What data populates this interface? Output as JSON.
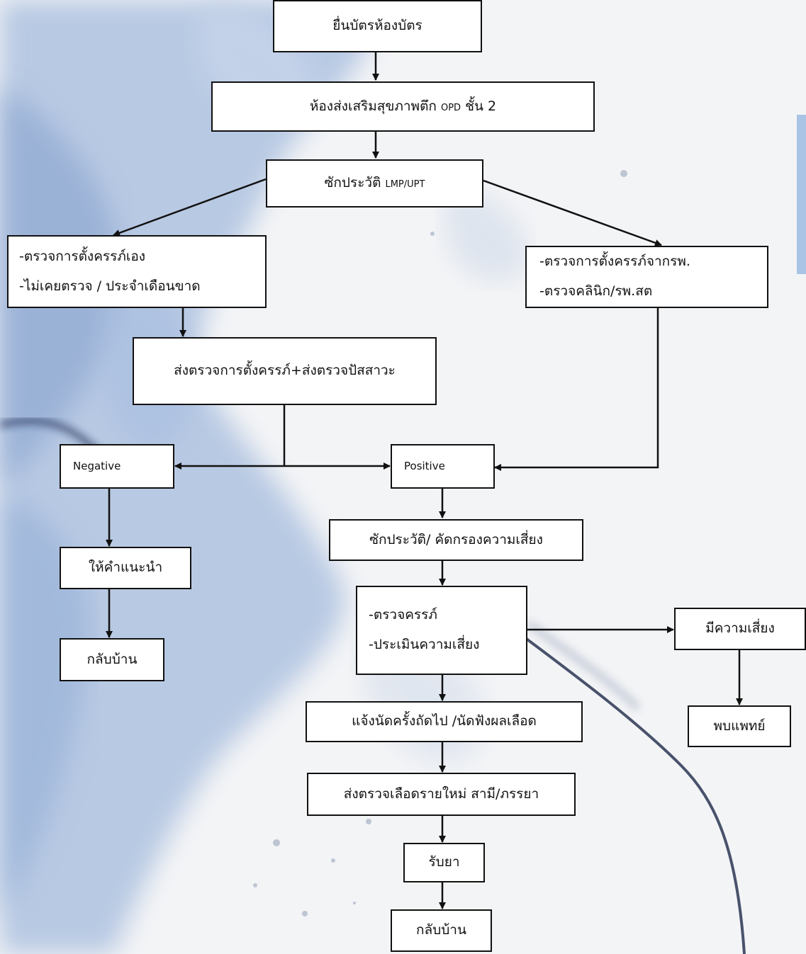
{
  "colors": {
    "accent_tab": "#a9c4e4",
    "line": "#111111",
    "box_fill": "#ffffff"
  },
  "flowchart": {
    "register": "ยื่นบัตรห้องบัตร",
    "promotion_room": {
      "text": "ห้องส่งเสริมสุขภาพตึก",
      "small": "OPD",
      "suffix": "ชั้น 2"
    },
    "history": {
      "text": "ซักประวัติ",
      "small": "LMP/UPT"
    },
    "self_test": {
      "line1": "-ตรวจการตั้งครรภ์เอง",
      "line2": "-ไม่เคยตรวจ / ประจำเดือนขาด"
    },
    "hospital_test": {
      "line1": "-ตรวจการตั้งครรภ์จากรพ.",
      "line2": "-ตรวจคลินิก/รพ.สต"
    },
    "send_tests": "ส่งตรวจการตั้งครรภ์+ส่งตรวจปัสสาวะ",
    "negative": "Negative",
    "positive": "Positive",
    "advice": "ให้คำแนะนำ",
    "go_home_left": "กลับบ้าน",
    "screening": "ซักประวัติ/ คัดกรองความเสี่ยง",
    "exam": {
      "line1": "-ตรวจครรภ์",
      "line2": "-ประเมินความเสี่ยง"
    },
    "at_risk": "มีความเสี่ยง",
    "see_doctor": "พบแพทย์",
    "next_appointment": "แจ้งนัดครั้งถัดไป /นัดฟังผลเลือด",
    "blood_test": "ส่งตรวจเลือดรายใหม่ สามี/ภรรยา",
    "medicine": "รับยา",
    "go_home_bottom": "กลับบ้าน"
  }
}
